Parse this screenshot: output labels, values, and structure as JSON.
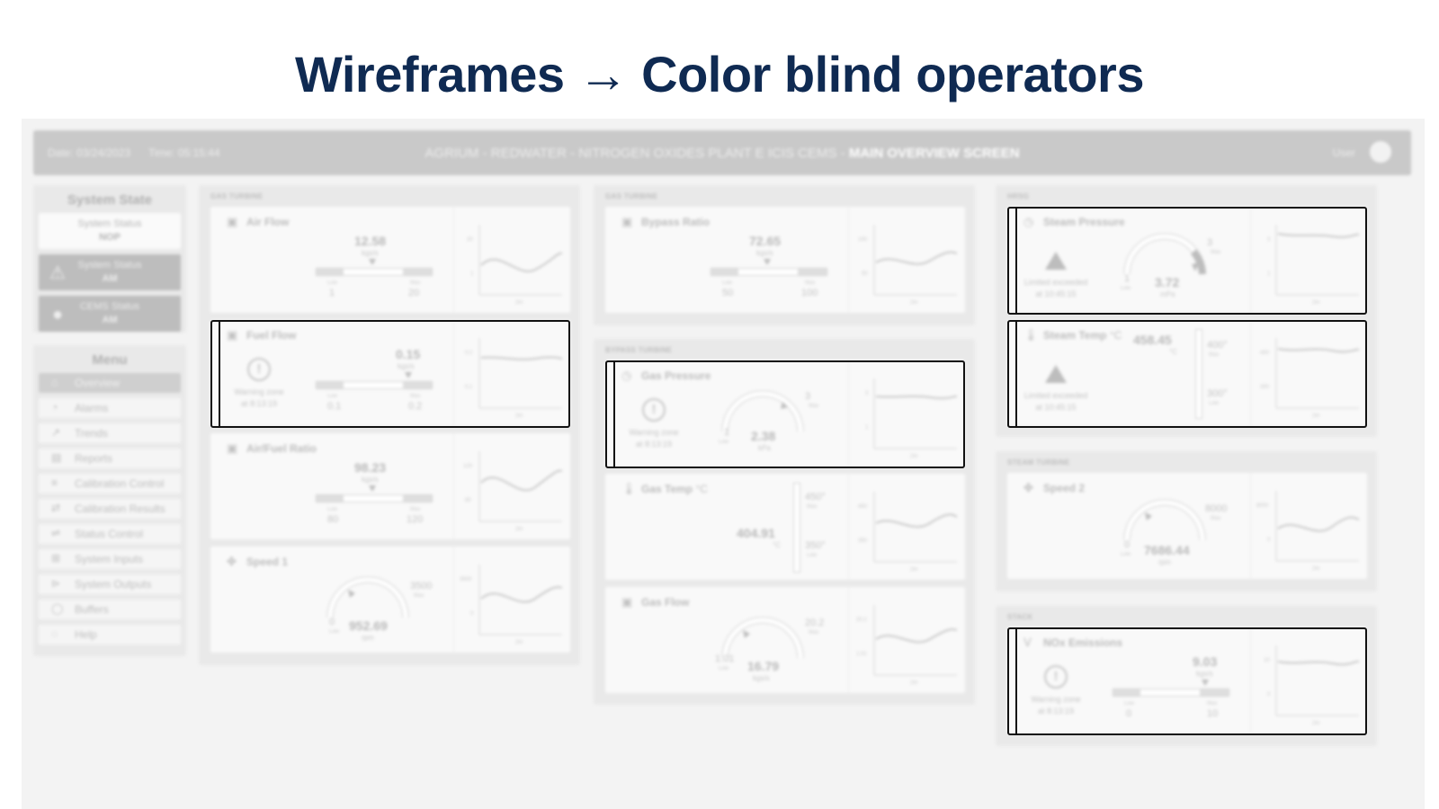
{
  "slide": {
    "title": "Wireframes → Color blind operators"
  },
  "topbar": {
    "date": "Date: 03/24/2023",
    "time": "Time: 05:15:44",
    "title_prefix": "AGRIUM - REDWATER - NITROGEN OXIDES PLANT E ICIS CEMS - ",
    "title_main": "MAIN OVERVIEW SCREEN",
    "user": "User"
  },
  "system_state": {
    "heading": "System State",
    "items": [
      {
        "label": "System Status",
        "value": "NOP"
      },
      {
        "label": "System Status",
        "value": "AM"
      },
      {
        "label": "CEMS Status",
        "value": "AM"
      }
    ]
  },
  "menu": {
    "heading": "Menu",
    "items": [
      "Overview",
      "Alarms",
      "Trends",
      "Reports",
      "Calibration Control",
      "Calibration Results",
      "Status Control",
      "System Inputs",
      "System Outputs",
      "Buffers",
      "Help"
    ]
  },
  "sections": {
    "gas_turbine_1": "GAS TURBINE",
    "gas_turbine_2": "GAS TURBINE",
    "bypass_turbine": "BYPASS TURBINE",
    "hrsg": "HRSG",
    "steam_turbine": "STEAM TURBINE",
    "stack": "STACK"
  },
  "cards": {
    "air_flow": {
      "label": "Air Flow",
      "value": "12.58",
      "unit": "kgs/s",
      "low": "1",
      "high": "20",
      "low_label": "Low",
      "high_label": "Max",
      "y_top": "20",
      "y_bot": "1",
      "x_label": "2m"
    },
    "fuel_flow": {
      "label": "Fuel Flow",
      "value": "0.15",
      "unit": "kgs/s",
      "low": "0.1",
      "high": "0.2",
      "low_label": "Low",
      "high_label": "Max",
      "warn": "Warning zone",
      "warn_at": "at 8:13:19",
      "y_top": "0.2",
      "y_bot": "0.1",
      "x_label": "2m"
    },
    "air_fuel": {
      "label": "Air/Fuel Ratio",
      "value": "98.23",
      "unit": "kgs/s",
      "low": "80",
      "high": "120",
      "low_label": "Low",
      "high_label": "Max",
      "y_top": "120",
      "y_bot": "80",
      "x_label": "2m"
    },
    "speed1": {
      "label": "Speed 1",
      "value": "952.69",
      "unit": "rpm",
      "low": "0",
      "high": "3500",
      "low_label": "Low",
      "high_label": "Max",
      "y_top": "3500",
      "y_bot": "0",
      "x_label": "2m"
    },
    "bypass_ratio": {
      "label": "Bypass Ratio",
      "value": "72.65",
      "unit": "kgs/s",
      "low": "50",
      "high": "100",
      "low_label": "Low",
      "high_label": "Max",
      "y_top": "100",
      "y_bot": "50",
      "x_label": "2m"
    },
    "gas_pressure": {
      "label": "Gas Pressure",
      "value": "2.38",
      "unit": "kPa",
      "low": "1",
      "high": "3",
      "low_label": "Low",
      "high_label": "Max",
      "warn": "Warning zone",
      "warn_at": "at 8:13:19",
      "y_top": "3",
      "y_bot": "1",
      "x_label": "2m"
    },
    "gas_temp": {
      "label": "Gas Temp",
      "unit_label": "°C",
      "value": "404.91",
      "unit": "°C",
      "high": "450°",
      "low": "350°",
      "low_label": "Low",
      "high_label": "Max",
      "y_top": "450",
      "y_bot": "350",
      "x_label": "2m"
    },
    "gas_flow": {
      "label": "Gas Flow",
      "value": "16.79",
      "unit": "kgs/s",
      "low": "1.01",
      "high": "20.2",
      "low_label": "Low",
      "high_label": "Max",
      "y_top": "20.2",
      "y_bot": "1.01",
      "x_label": "2m"
    },
    "steam_pressure": {
      "label": "Steam Pressure",
      "value": "3.72",
      "unit": "mPa",
      "low": "1",
      "high": "3",
      "low_label": "Low",
      "high_label": "Max",
      "warn": "Limited exceeded",
      "warn_at": "at 10:45:15",
      "y_top": "3",
      "y_bot": "1",
      "x_label": "2m"
    },
    "steam_temp": {
      "label": "Steam Temp",
      "unit_label": "°C",
      "value": "458.45",
      "unit": "°C",
      "high": "400°",
      "low": "300°",
      "low_label": "Low",
      "high_label": "Max",
      "warn": "Limited exceeded",
      "warn_at": "at 10:45:15",
      "y_top": "400",
      "y_bot": "300",
      "x_label": "2m"
    },
    "speed2": {
      "label": "Speed 2",
      "value": "7686.44",
      "unit": "rpm",
      "low": "0",
      "high": "8000",
      "low_label": "Low",
      "high_label": "Max",
      "y_top": "8000",
      "y_bot": "0",
      "x_label": "2m"
    },
    "nox": {
      "label": "NOx Emissions",
      "value": "9.03",
      "unit": "kgs/s",
      "low": "0",
      "high": "10",
      "low_label": "Low",
      "high_label": "Max",
      "warn": "Warning zone",
      "warn_at": "at 8:13:19",
      "y_top": "10",
      "y_bot": "0",
      "x_label": "2m"
    }
  }
}
